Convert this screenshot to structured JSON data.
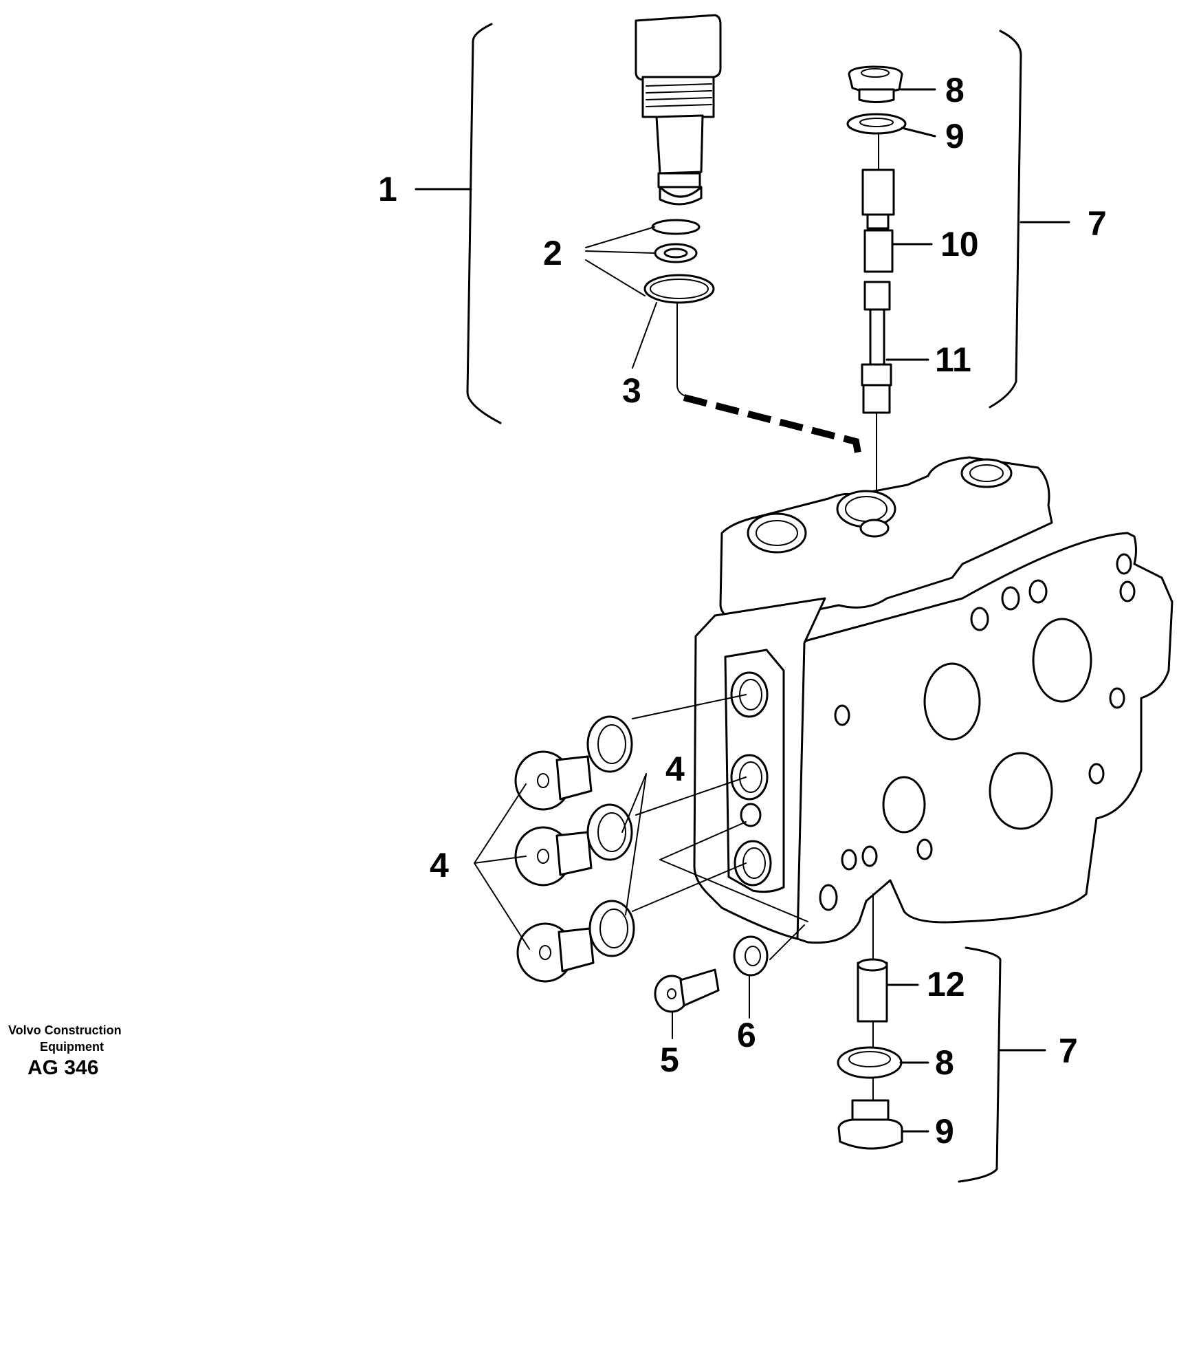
{
  "diagram": {
    "callouts": {
      "c1": "1",
      "c2": "2",
      "c3": "3",
      "c4a": "4",
      "c4b": "4",
      "c5": "5",
      "c6": "6",
      "c7a": "7",
      "c7b": "7",
      "c8a": "8",
      "c8b": "8",
      "c9a": "9",
      "c9b": "9",
      "c10": "10",
      "c11": "11",
      "c12": "12"
    }
  },
  "footer": {
    "maker_line1": "Volvo Construction",
    "maker_line2": "Equipment",
    "ref_code": "AG 346"
  },
  "colors": {
    "ink": "#000000",
    "paper": "#ffffff"
  }
}
